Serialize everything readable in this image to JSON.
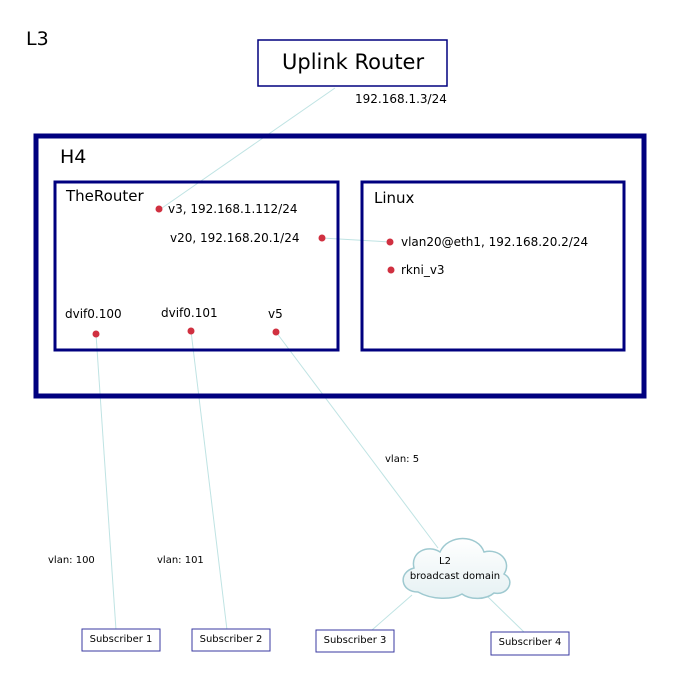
{
  "labels": {
    "l3": "L3",
    "h4": "H4",
    "uplink_router": "Uplink Router",
    "uplink_ip": "192.168.1.3/24",
    "therouter": "TheRouter",
    "linux": "Linux",
    "v3": "v3, 192.168.1.112/24",
    "v20": "v20, 192.168.20.1/24",
    "vlan20": "vlan20@eth1, 192.168.20.2/24",
    "rkni": "rkni_v3",
    "dvif100": "dvif0.100",
    "dvif101": "dvif0.101",
    "v5": "v5",
    "vlan5": "vlan: 5",
    "vlan100": "vlan: 100",
    "vlan101": "vlan: 101",
    "cloud_line1": "L2",
    "cloud_line2": "broadcast domain",
    "subscriber1": "Subscriber 1",
    "subscriber2": "Subscriber 2",
    "subscriber3": "Subscriber 3",
    "subscriber4": "Subscriber 4"
  },
  "colors": {
    "host_border": "#00007f",
    "box_border": "#00007f",
    "subscriber_border": "#3a3aa0",
    "interface_dot": "#d03040",
    "link_line": "#bfe3e3",
    "cloud_outline": "#9ec9d0"
  }
}
